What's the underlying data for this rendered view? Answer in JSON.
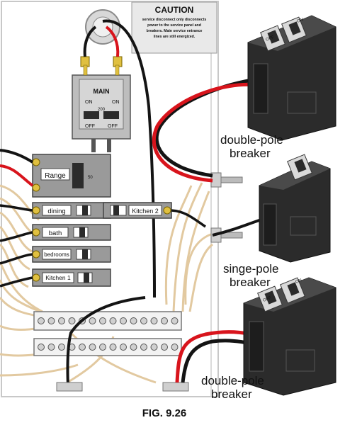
{
  "caution": {
    "title": "CAUTION",
    "line1": "service disconnect only disconnects",
    "line2": "power to the service panel and",
    "line3": "breakers. Main service entrance",
    "line4": "lines are still energized."
  },
  "main_breaker": {
    "label": "MAIN",
    "rating": "200",
    "on_left": "ON",
    "on_right": "ON",
    "off_left": "OFF",
    "off_right": "OFF"
  },
  "circuits": {
    "range": "Range",
    "range_rating": "50",
    "dining": "dining",
    "kitchen2": "Kitchen 2",
    "bath": "bath",
    "bedrooms": "bedrooms",
    "kitchen1": "Kitchen 1"
  },
  "callouts": {
    "double_pole_top_1": "double-pole",
    "double_pole_top_2": "breaker",
    "single_pole_1": "singe-pole",
    "single_pole_2": "breaker",
    "double_pole_bottom_1": "double-pole",
    "double_pole_bottom_2": "breaker"
  },
  "breaker_print": {
    "on": "ON",
    "off": "OFF"
  },
  "figure": {
    "caption": "FIG. 9.26"
  },
  "colors": {
    "wire_red": "#d8141c",
    "wire_black": "#141414",
    "wire_tan": "#e2c9a0",
    "breaker_body": "#2b2b2b",
    "panel_line": "#bdbdbd"
  }
}
